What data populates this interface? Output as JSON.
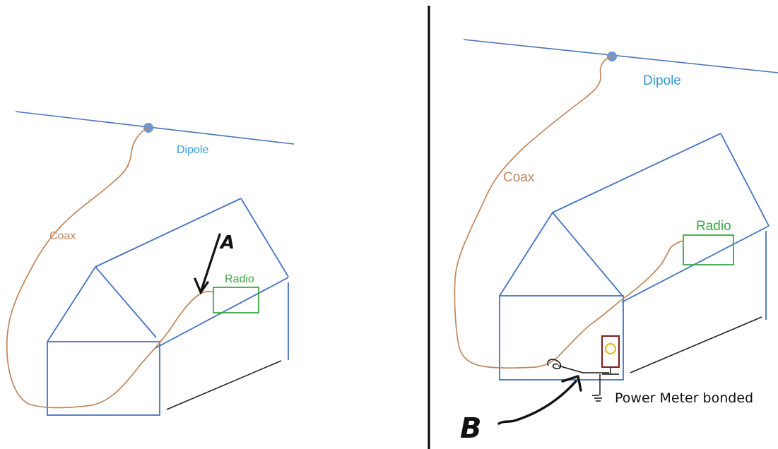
{
  "colors": {
    "house": "#4472c4",
    "dipole_wire": "#4a74b4",
    "feedpoint": "#6f96cf",
    "dipole_label": "#2e9bd6",
    "coax": "#c0875c",
    "radio": "#3aa845",
    "ink": "#111111",
    "meter_box": "#7b1c1c",
    "meter_dial": "#e6b800",
    "divider": "#000000"
  },
  "left": {
    "dipole_label": "Dipole",
    "coax_label": "Coax",
    "radio_label": "Radio",
    "marker_label": "A"
  },
  "right": {
    "dipole_label": "Dipole",
    "coax_label": "Coax",
    "radio_label": "Radio",
    "marker_label": "B",
    "meter_label": "Power Meter bonded"
  }
}
